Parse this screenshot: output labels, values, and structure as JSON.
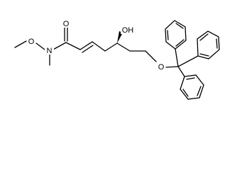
{
  "molecule": {
    "atoms": {
      "carbonyl_o": "O",
      "amide_n": "N",
      "methoxy_o": "O",
      "hydroxyl": "OH",
      "ether_o": "O"
    }
  }
}
